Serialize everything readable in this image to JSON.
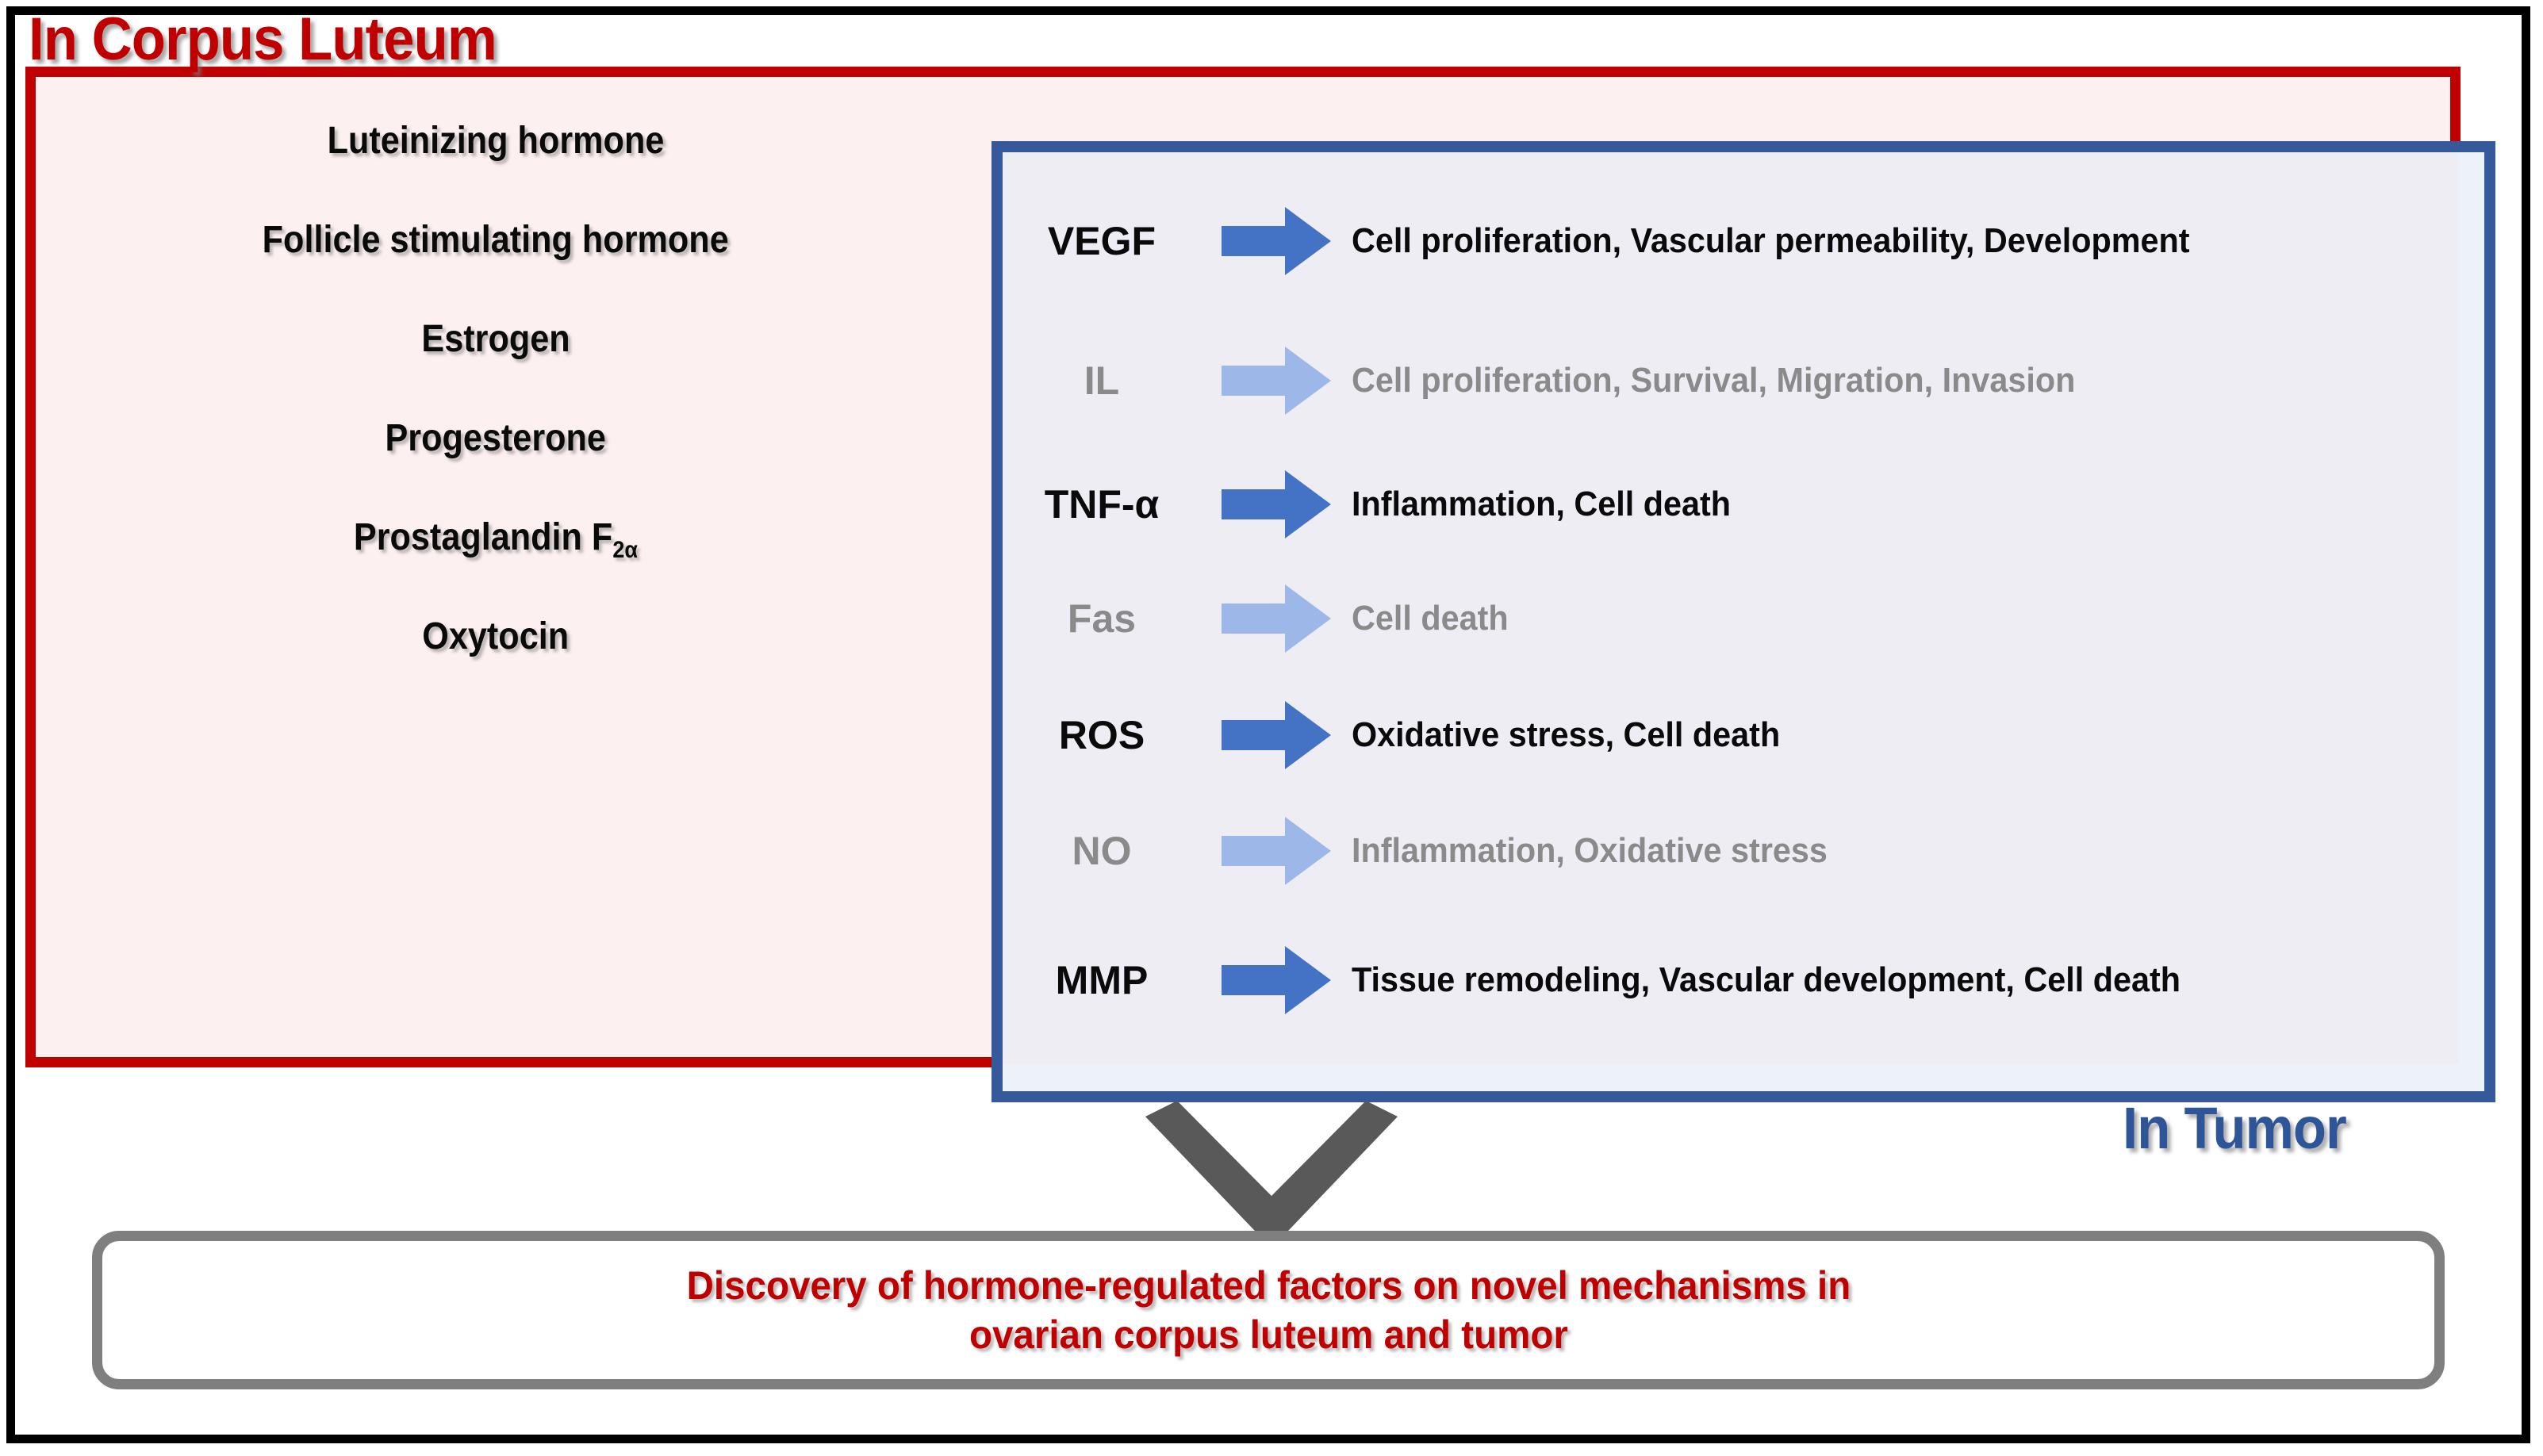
{
  "figure": {
    "left_panel_title": "In Corpus Luteum",
    "right_panel_title": "In Tumor"
  },
  "hormones": [
    {
      "name": "Luteinizing hormone",
      "sub": ""
    },
    {
      "name": "Follicle stimulating hormone",
      "sub": ""
    },
    {
      "name": "Estrogen",
      "sub": ""
    },
    {
      "name": "Progesterone",
      "sub": ""
    },
    {
      "name": "Prostaglandin F",
      "sub": "2α"
    },
    {
      "name": "Oxytocin",
      "sub": ""
    }
  ],
  "factors": [
    {
      "label": "VEGF",
      "effects": "Cell proliferation, Vascular permeability, Development",
      "emphasis": "strong",
      "arrow_color": "#4472C4",
      "text_color": "#0A0A0A"
    },
    {
      "label": "IL",
      "effects": "Cell proliferation, Survival, Migration, Invasion",
      "emphasis": "muted",
      "arrow_color": "#9DB7E8",
      "text_color": "#8A8A8A"
    },
    {
      "label": "TNF-α",
      "effects": "Inflammation, Cell death",
      "emphasis": "strong",
      "arrow_color": "#4472C4",
      "text_color": "#0A0A0A"
    },
    {
      "label": "Fas",
      "effects": "Cell death",
      "emphasis": "muted",
      "arrow_color": "#9DB7E8",
      "text_color": "#8A8A8A"
    },
    {
      "label": "ROS",
      "effects": "Oxidative stress, Cell death",
      "emphasis": "strong",
      "arrow_color": "#4472C4",
      "text_color": "#0A0A0A"
    },
    {
      "label": "NO",
      "effects": "Inflammation, Oxidative stress",
      "emphasis": "muted",
      "arrow_color": "#9DB7E8",
      "text_color": "#8A8A8A"
    },
    {
      "label": "MMP",
      "effects": "Tissue remodeling, Vascular development, Cell death",
      "emphasis": "strong",
      "arrow_color": "#4472C4",
      "text_color": "#0A0A0A"
    }
  ],
  "conclusion": {
    "text": "Discovery of hormone-regulated factors on novel mechanisms in\novarian corpus luteum and tumor"
  },
  "icons": {
    "row_arrow": "right-block-arrow-icon",
    "flow_arrow": "chevron-down-icon"
  },
  "colors": {
    "corpus_luteum_red": "#C00000",
    "corpus_luteum_fill": "#FDF0F0",
    "tumor_blue": "#36599B",
    "tumor_fill": "#EFEDF4",
    "tumor_outer_fill": "#EDF2FA",
    "arrow_strong": "#4472C4",
    "arrow_muted": "#9DB7E8",
    "muted_text": "#8A8A8A",
    "conclusion_border": "#7F7F7F",
    "chevron_gray": "#595959",
    "frame_black": "#000000"
  }
}
